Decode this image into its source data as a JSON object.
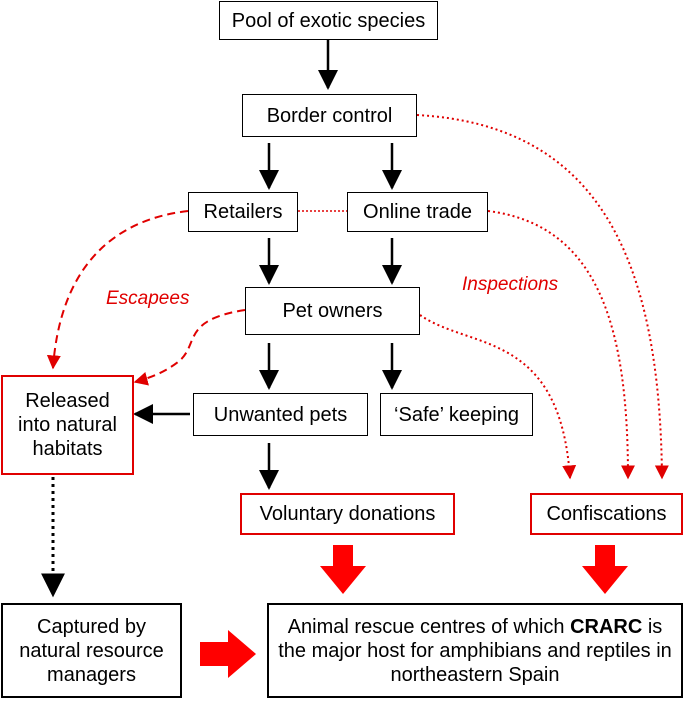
{
  "nodes": {
    "pool": "Pool of exotic species",
    "border": "Border control",
    "retailers": "Retailers",
    "online": "Online trade",
    "owners": "Pet owners",
    "unwanted": "Unwanted pets",
    "safe": "‘Safe’ keeping",
    "released": "Released into natural habitats",
    "voluntary": "Voluntary donations",
    "confiscations": "Confiscations",
    "captured": "Captured by natural resource managers",
    "rescue": {
      "before": "Animal rescue centres of which ",
      "highlight": "CRARC",
      "after": " is the major host for amphibians and reptiles in northeastern Spain"
    }
  },
  "labels": {
    "escapees": "Escapees",
    "inspections": "Inspections"
  },
  "colors": {
    "accent_red": "#e00000",
    "black": "#000000"
  }
}
